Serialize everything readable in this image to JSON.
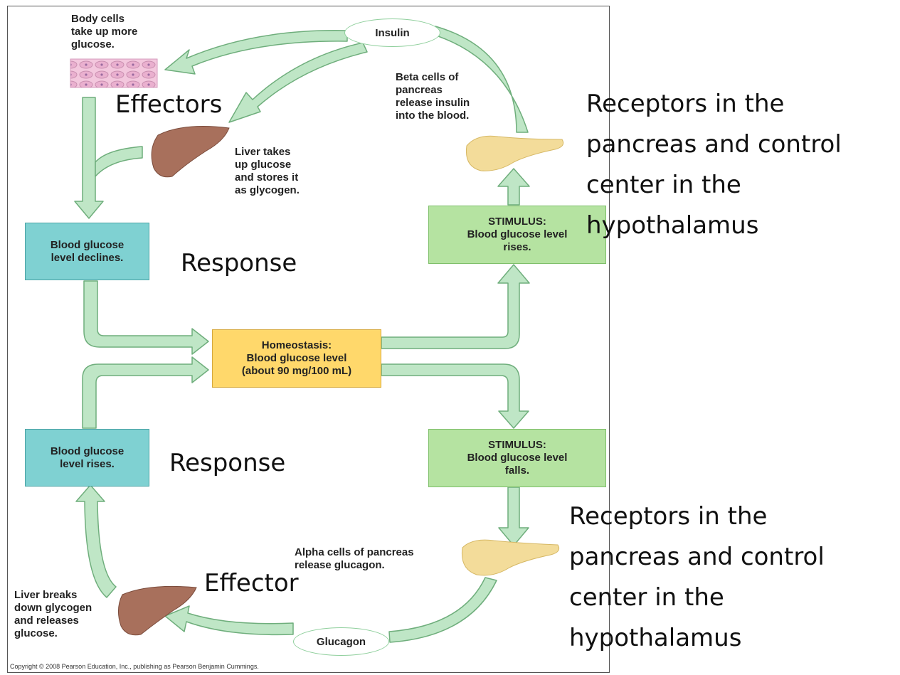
{
  "labels": {
    "insulin": "Insulin",
    "glucagon": "Glucagon",
    "body_cells": "Body cells\ntake up more\nglucose.",
    "liver_stores": "Liver takes\nup glucose\nand stores it\nas glycogen.",
    "beta_cells": "Beta cells of\npancreas\nrelease insulin\ninto the blood.",
    "alpha_cells": "Alpha cells of pancreas\nrelease glucagon.",
    "liver_breaks": "Liver breaks\ndown glycogen\nand releases\nglucose.",
    "copyright": "Copyright © 2008 Pearson Education, Inc., publishing as Pearson Benjamin Cummings."
  },
  "boxes": {
    "declines": "Blood glucose\nlevel declines.",
    "rises": "Blood glucose\nlevel rises.",
    "homeostasis": "Homeostasis:\nBlood glucose level\n(about 90 mg/100 mL)",
    "stimulus_rises": "STIMULUS:\nBlood glucose level\nrises.",
    "stimulus_falls": "STIMULUS:\nBlood glucose level\nfalls."
  },
  "annotations": {
    "effectors": "Effectors",
    "effector": "Effector",
    "response_top": "Response",
    "response_bottom": "Response",
    "receptors_top": "Receptors in the\npancreas and control\ncenter in the\nhypothalamus",
    "receptors_bottom": "Receptors in the\npancreas and control\ncenter in the\nhypothalamus"
  },
  "colors": {
    "arrow_fill": "#bfe6c6",
    "arrow_stroke": "#6fae7c",
    "response_box": "#7fd1d2",
    "stimulus_box": "#b5e3a1",
    "homeostasis_box": "#ffd86b",
    "liver": "#a8705c",
    "pancreas": "#f3dc9a"
  }
}
